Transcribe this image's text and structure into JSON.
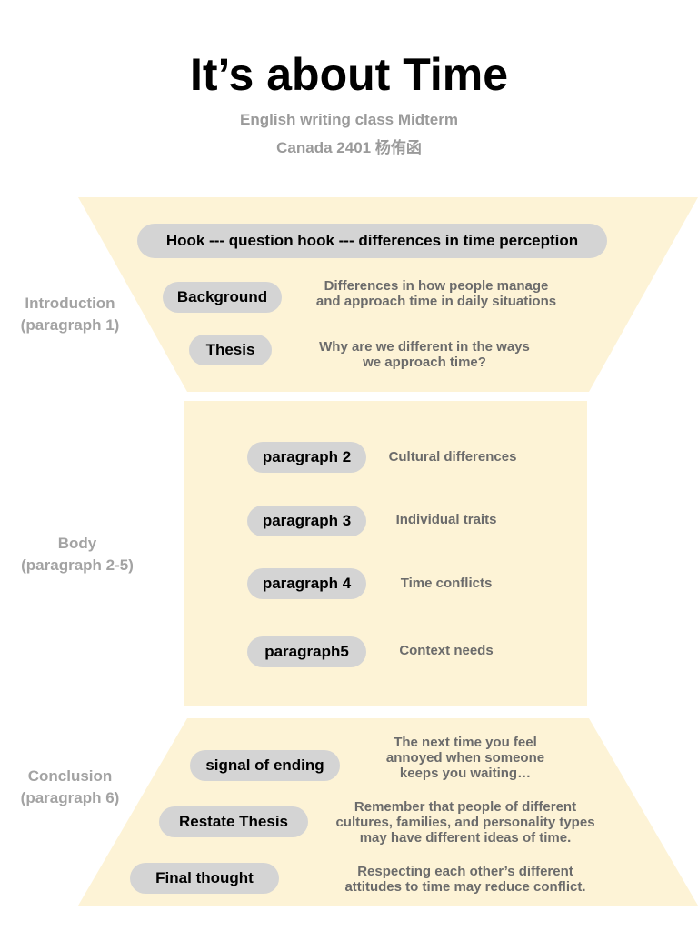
{
  "header": {
    "title": "It’s about Time",
    "subtitle_line1": "English writing class Midterm",
    "subtitle_line2": "Canada 2401 杨侑函"
  },
  "colors": {
    "section_fill": "#fdf3d6",
    "pill_fill": "#d4d4d4",
    "label_gray": "#a3a3a3",
    "desc_gray": "#6b6b6b"
  },
  "introduction": {
    "label_line1": "Introduction",
    "label_line2": "(paragraph 1)",
    "hook": "Hook --- question hook --- differences in time perception",
    "items": [
      {
        "label": "Background",
        "desc_lines": [
          "Differences in how people manage",
          "and approach time in daily situations"
        ]
      },
      {
        "label": "Thesis",
        "desc_lines": [
          "Why are we different in the ways",
          "we approach time?"
        ]
      }
    ]
  },
  "body": {
    "label_line1": "Body",
    "label_line2": "(paragraph 2-5)",
    "items": [
      {
        "label": "paragraph 2",
        "desc": "Cultural differences"
      },
      {
        "label": "paragraph 3",
        "desc": "Individual traits"
      },
      {
        "label": "paragraph 4",
        "desc": "Time conflicts"
      },
      {
        "label": "paragraph5",
        "desc": "Context needs"
      }
    ]
  },
  "conclusion": {
    "label_line1": "Conclusion",
    "label_line2": "(paragraph 6)",
    "items": [
      {
        "label": "signal of ending",
        "desc_lines": [
          "The next time you feel",
          "annoyed when someone",
          "keeps you waiting…"
        ]
      },
      {
        "label": "Restate Thesis",
        "desc_lines": [
          "Remember that people of different",
          "cultures, families, and personality types",
          "may have different ideas of time."
        ]
      },
      {
        "label": "Final thought",
        "desc_lines": [
          "Respecting each other’s different",
          "attitudes to time may reduce conflict."
        ]
      }
    ]
  }
}
